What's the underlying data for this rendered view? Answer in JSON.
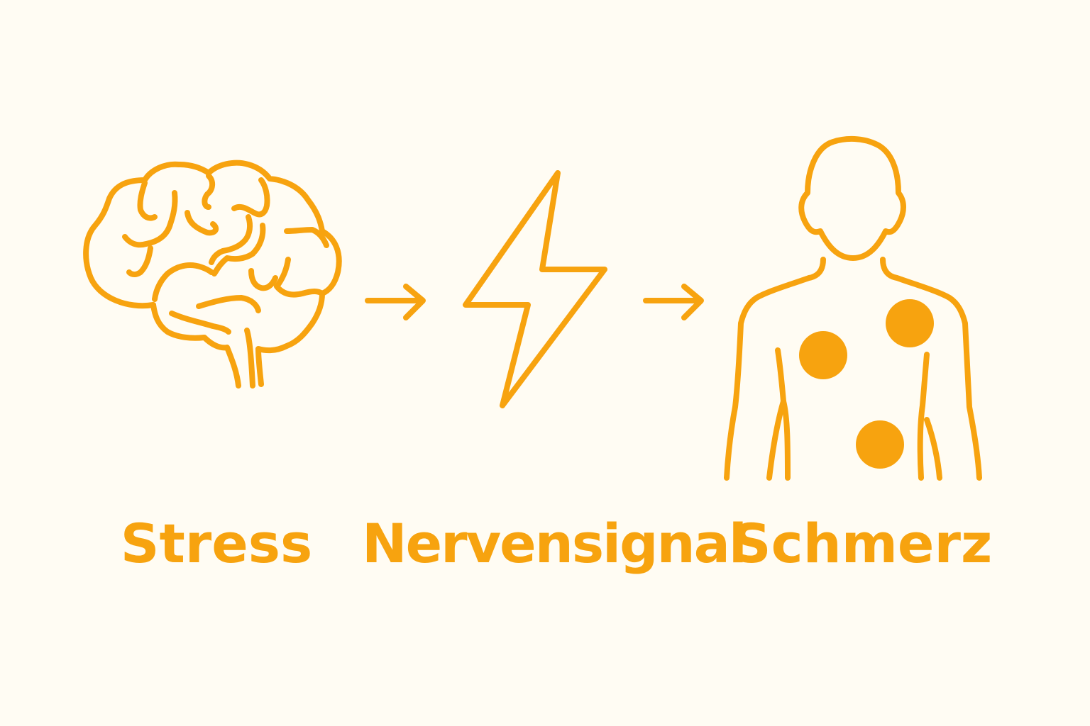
{
  "steps": [
    {
      "label": "Stress",
      "icon": "brain-icon"
    },
    {
      "label": "Nervensignal",
      "icon": "lightning-bolt-icon"
    },
    {
      "label": "Schmerz",
      "icon": "body-with-pain-spots-icon"
    }
  ],
  "connectors": [
    "arrow-right-icon",
    "arrow-right-icon"
  ],
  "colors": {
    "accent": "#f7a30f",
    "background": "#fffcf3"
  }
}
